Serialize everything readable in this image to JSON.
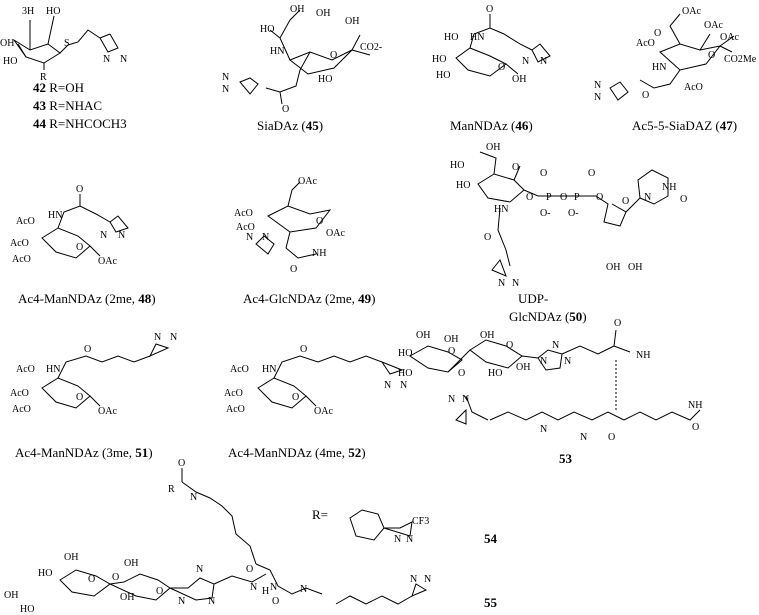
{
  "labels": {
    "c42": {
      "num": "42",
      "text": " R=OH"
    },
    "c43": {
      "num": "43",
      "text": " R=NHAC"
    },
    "c44": {
      "num": "44",
      "text": " R=NHCOCH3"
    },
    "c45": {
      "pre": "SiaDAz (",
      "num": "45",
      "post": ")"
    },
    "c46": {
      "pre": "ManNDAz (",
      "num": "46",
      "post": ")"
    },
    "c47": {
      "pre": "Ac5-5-SiaDAZ (",
      "num": "47",
      "post": ")"
    },
    "c48": {
      "pre": "Ac4-ManNDAz (2me, ",
      "num": "48",
      "post": ")"
    },
    "c49": {
      "pre": "Ac4-GlcNDAz (2me, ",
      "num": "49",
      "post": ")"
    },
    "c50a": {
      "text": "UDP-"
    },
    "c50b": {
      "pre": "GlcNDAz (",
      "num": "50",
      "post": ")"
    },
    "c51": {
      "pre": "Ac4-ManNDAz (3me, ",
      "num": "51",
      "post": ")"
    },
    "c52": {
      "pre": "Ac4-ManNDAz (4me, ",
      "num": "52",
      "post": ")"
    },
    "c53": {
      "num": "53"
    },
    "c54": {
      "num": "54"
    },
    "c55": {
      "num": "55"
    },
    "r_eq": "R="
  },
  "atoms": {
    "s42": [
      "3H",
      "HO",
      "OH",
      "HO",
      "S",
      "R",
      "N",
      "N"
    ],
    "s45": [
      "OH",
      "OH",
      "OH",
      "CO2-",
      "HO",
      "HN",
      "O",
      "N",
      "N",
      "O",
      "HO"
    ],
    "s46": [
      "O",
      "HO",
      "HO",
      "HO",
      "HN",
      "OH",
      "N",
      "N",
      "O"
    ],
    "s47": [
      "OAc",
      "OAc",
      "OAc",
      "AcO",
      "CO2Me",
      "HN",
      "AcO",
      "O",
      "N",
      "N",
      "O",
      "O"
    ],
    "s48": [
      "O",
      "AcO",
      "AcO",
      "AcO",
      "HN",
      "O",
      "OAc",
      "N",
      "N"
    ],
    "s49": [
      "OAc",
      "AcO",
      "AcO",
      "O",
      "N",
      "N",
      "OAc",
      "NH",
      "O"
    ],
    "s50": [
      "OH",
      "HO",
      "HO",
      "O",
      "HN",
      "O",
      "O",
      "P",
      "O",
      "P",
      "O",
      "O-",
      "O-",
      "O",
      "O",
      "O",
      "N",
      "NH",
      "O",
      "OH",
      "OH",
      "N",
      "N"
    ],
    "s51": [
      "O",
      "AcO",
      "HN",
      "AcO",
      "AcO",
      "O",
      "OAc",
      "N",
      "N"
    ],
    "s52": [
      "O",
      "AcO",
      "HN",
      "AcO",
      "AcO",
      "O",
      "OAc",
      "N",
      "N"
    ],
    "s53": [
      "OH",
      "HO",
      "OH",
      "HO",
      "O",
      "OH",
      "O",
      "HO",
      "O",
      "OH",
      "N",
      "N",
      "N",
      "NH",
      "O",
      "N",
      "N",
      "N",
      "O",
      "NH",
      "N",
      "O"
    ],
    "s54s55": [
      "O",
      "R",
      "N",
      "OH",
      "HO",
      "OH",
      "O",
      "OH",
      "O",
      "O",
      "OH",
      "HO",
      "N",
      "N",
      "N",
      "O",
      "N",
      "N",
      "O",
      "H",
      "N",
      "CF3",
      "N",
      "N",
      "N",
      "N"
    ]
  }
}
